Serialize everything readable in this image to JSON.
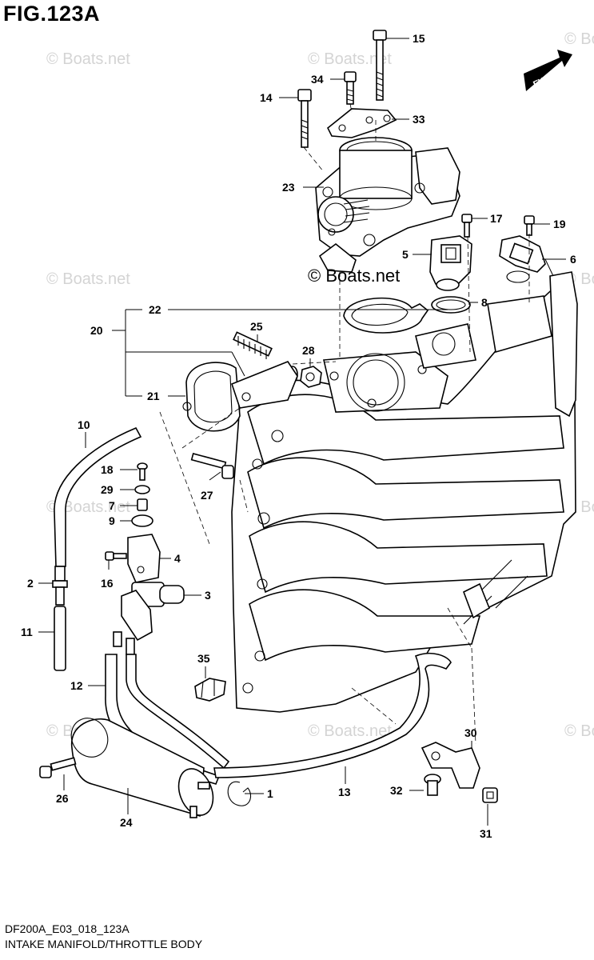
{
  "figure": {
    "title": "FIG.123A",
    "code": "DF200A_E03_018_123A",
    "name": "INTAKE MANIFOLD/THROTTLE BODY"
  },
  "brand_watermark": "© Boats.net",
  "faint_watermark": "© Boats.net",
  "fwd_label": "FWD",
  "callouts": [
    "15",
    "34",
    "14",
    "33",
    "23",
    "17",
    "19",
    "5",
    "6",
    "8",
    "22",
    "20",
    "25",
    "28",
    "21",
    "10",
    "18",
    "29",
    "7",
    "9",
    "27",
    "4",
    "16",
    "2",
    "3",
    "11",
    "35",
    "12",
    "30",
    "26",
    "1",
    "13",
    "32",
    "24",
    "31"
  ]
}
